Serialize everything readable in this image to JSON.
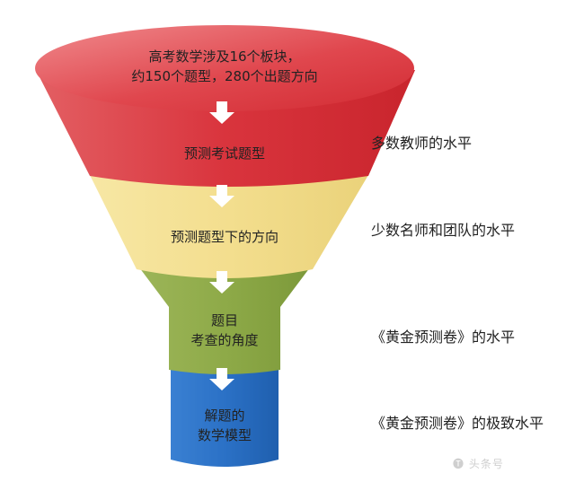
{
  "funnel": {
    "top_text": "高考数学涉及16个板块，\n约150个题型，280个出题方向",
    "level1_text": "预测考试题型",
    "level2_text": "预测题型下的方向",
    "level3_text": "题目\n考查的角度",
    "level4_text": "解题的\n数学模型",
    "colors": {
      "red": "#d9343d",
      "red_light": "#e8686c",
      "yellow": "#f3de8e",
      "green": "#8eaa48",
      "blue": "#2b71c6",
      "arrow": "#ffffff"
    }
  },
  "labels": {
    "level1": "多数教师的水平",
    "level2": "少数名师和团队的水平",
    "level3": "《黄金预测卷》的水平",
    "level4": "《黄金预测卷》的极致水平"
  },
  "watermark": "🅣 头条号"
}
